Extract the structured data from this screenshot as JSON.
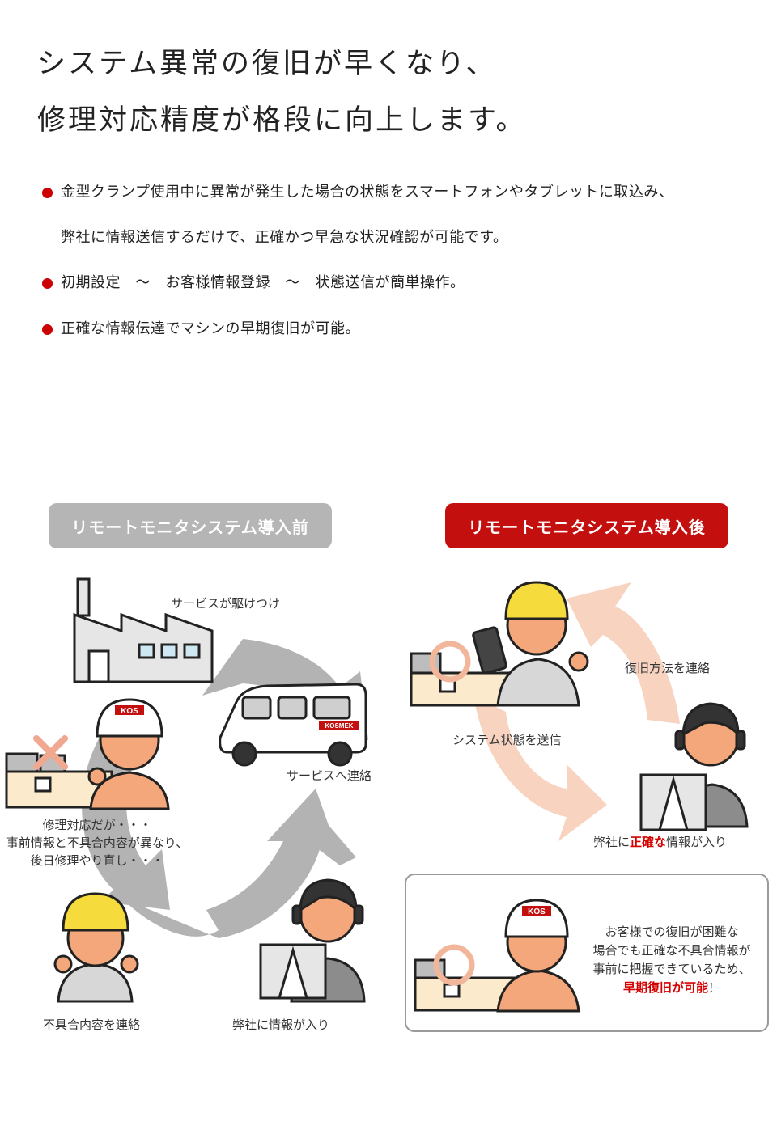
{
  "headline": {
    "line1": "システム異常の復旧が早くなり、",
    "line2": "修理対応精度が格段に向上します。"
  },
  "bullets": [
    {
      "line1": "金型クランプ使用中に異常が発生した場合の状態をスマートフォンやタブレットに取込み、",
      "line2": "弊社に情報送信するだけで、正確かつ早急な状況確認が可能です。"
    },
    {
      "line1": "初期設定　～　お客様情報登録　～　状態送信が簡単操作。"
    },
    {
      "line1": "正確な情報伝達でマシンの早期復旧が可能。"
    }
  ],
  "before": {
    "badge": "リモートモニタシステム導入前",
    "captions": {
      "service_rush": "サービスが駆けつけ",
      "contact_service": "サービスへ連絡",
      "repair_line1": "修理対応だが・・・",
      "repair_line2": "事前情報と不具合内容が異なり、",
      "repair_line3": "後日修理やり直し・・・",
      "report_defect": "不具合内容を連絡",
      "info_received": "弊社に情報が入り"
    },
    "van_logo": "KOSMEK",
    "helmet_logo": "KOS"
  },
  "after": {
    "badge": "リモートモニタシステム導入後",
    "captions": {
      "contact_method": "復旧方法を連絡",
      "send_status": "システム状態を送信",
      "accurate_prefix": "弊社に",
      "accurate_red": "正確な",
      "accurate_suffix": "情報が入り"
    },
    "box": {
      "line1": "お客様での復旧が困難な",
      "line2": "場合でも正確な不具合情報が",
      "line3": "事前に把握できているため、",
      "line4_red": "早期復旧が可能",
      "line4_suffix": "！"
    },
    "helmet_logo": "KOS"
  },
  "colors": {
    "accent_red": "#c40f0f",
    "badge_gray": "#b5b5b5",
    "arrow_gray": "#b0b0b0",
    "arrow_peach": "#f7d3c0",
    "helmet_yellow": "#f5dc3c",
    "skin": "#f4a77a",
    "machine_cream": "#fbeacb"
  },
  "icons": [
    "factory-icon",
    "van-icon",
    "worker-icon",
    "operator-headset-icon",
    "machine-icon",
    "smartphone-icon",
    "cross-mark-icon",
    "circle-mark-icon",
    "cycle-arrow-icon"
  ]
}
